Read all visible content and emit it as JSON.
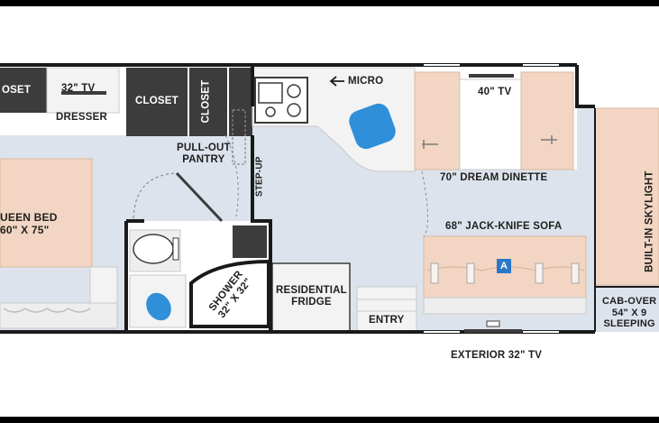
{
  "labels": {
    "closet_left": "OSET",
    "tv_32": "32\" TV",
    "dresser": "DRESSER",
    "closet_1": "CLOSET",
    "closet_2": "CLOSET",
    "micro": "MICRO",
    "tv_40": "40\" TV",
    "pullout_pantry": "PULL-OUT\nPANTRY",
    "step_up": "STEP-UP",
    "dream_dinette": "70\" DREAM DINETTE",
    "built_in_skylight": "BUILT-IN SKYLIGHT",
    "queen_bed": "UEEN BED\n60\" X 75\"",
    "jack_knife_sofa": "68\" JACK-KNIFE SOFA",
    "marker_a": "A",
    "shower": "SHOWER\n32\" X 32\"",
    "residential_fridge": "RESIDENTIAL\nFRIDGE",
    "cab_over": "CAB-OVER\n54\" X 9\nSLEEPING",
    "entry": "ENTRY",
    "exterior_tv": "EXTERIOR 32\" TV"
  },
  "colors": {
    "floor": "#dde3ec",
    "furniture_tan": "#f2d6c3",
    "cabinet_dark": "#3c3c3c",
    "wall": "#1a1a1a",
    "sink_blue": "#2f8fd8",
    "marker_blue": "#2a78c8",
    "counter_light": "#f3f3f3"
  },
  "icons": [
    "stove-icon",
    "kitchen-sink-icon",
    "toilet-icon",
    "bath-sink-icon",
    "door-swing-icon",
    "tv-icon"
  ]
}
